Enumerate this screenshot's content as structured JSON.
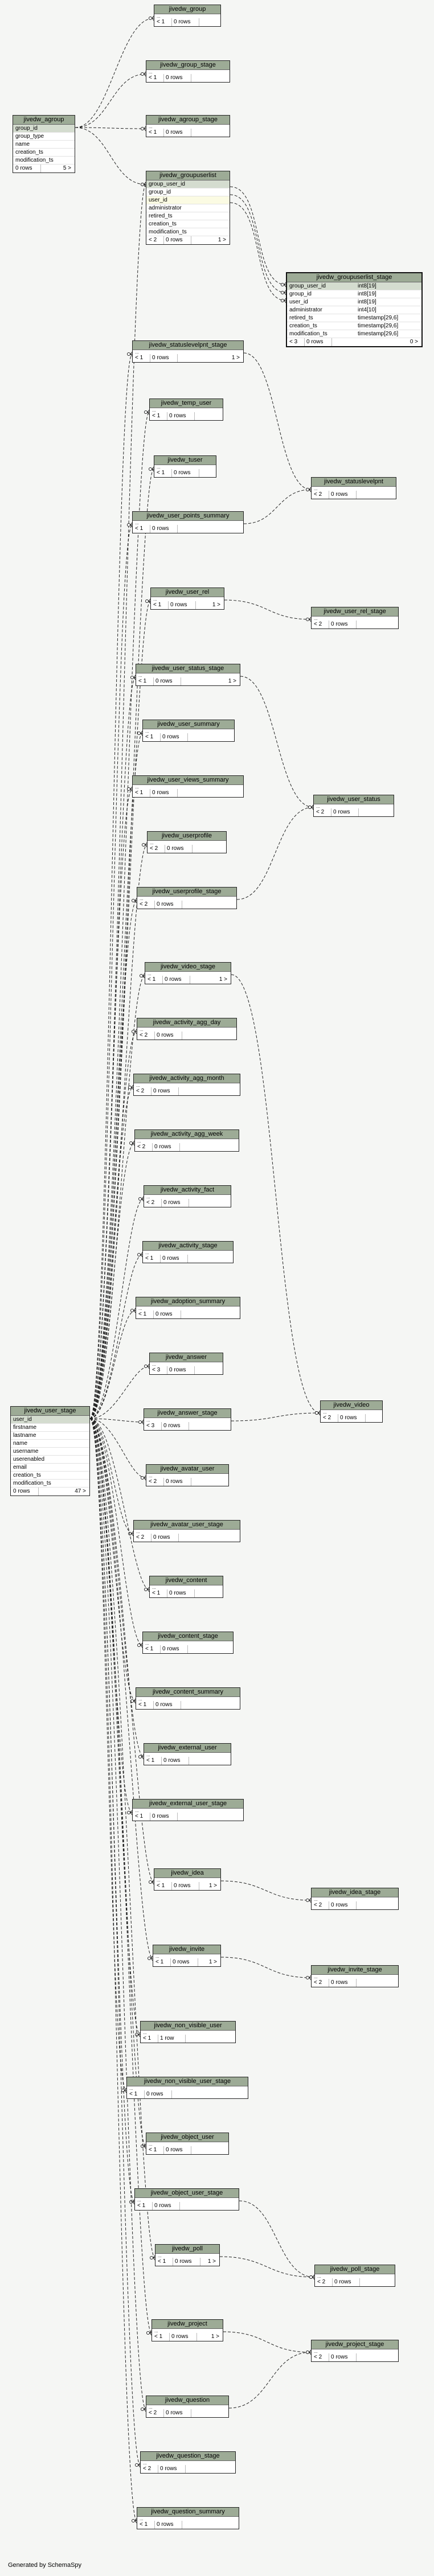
{
  "footer": "Generated by SchemaSpy",
  "tables": {
    "jivedw_group": {
      "title": "jivedw_group",
      "parents": "< 1",
      "rows_label": "0 rows"
    },
    "jivedw_group_stage": {
      "title": "jivedw_group_stage",
      "parents": "< 1",
      "rows_label": "0 rows"
    },
    "jivedw_agroup": {
      "title": "jivedw_agroup",
      "columns": [
        "group_id",
        "group_type",
        "name",
        "creation_ts",
        "modification_ts"
      ],
      "rows_label": "0 rows",
      "children": "5 >"
    },
    "jivedw_agroup_stage": {
      "title": "jivedw_agroup_stage",
      "parents": "< 1",
      "rows_label": "0 rows"
    },
    "jivedw_groupuserlist": {
      "title": "jivedw_groupuserlist",
      "columns": [
        "group_user_id",
        "group_id",
        "user_id",
        "administrator",
        "retired_ts",
        "creation_ts",
        "modification_ts"
      ],
      "parents": "< 2",
      "rows_label": "0 rows",
      "children": "1 >"
    },
    "jivedw_groupuserlist_stage": {
      "title": "jivedw_groupuserlist_stage",
      "columns": [
        "group_user_id",
        "group_id",
        "user_id",
        "administrator",
        "retired_ts",
        "creation_ts",
        "modification_ts"
      ],
      "types": [
        "int8[19]",
        "int8[19]",
        "int8[19]",
        "int4[10]",
        "timestamp[29,6]",
        "timestamp[29,6]",
        "timestamp[29,6]"
      ],
      "parents": "< 3",
      "rows_label": "0 rows",
      "children": "0 >"
    },
    "jivedw_statuslevelpnt_stage": {
      "title": "jivedw_statuslevelpnt_stage",
      "parents": "< 1",
      "rows_label": "0 rows",
      "children": "1 >"
    },
    "jivedw_temp_user": {
      "title": "jivedw_temp_user",
      "parents": "< 1",
      "rows_label": "0 rows"
    },
    "jivedw_tuser": {
      "title": "jivedw_tuser",
      "parents": "< 1",
      "rows_label": "0 rows"
    },
    "jivedw_user_points_summary": {
      "title": "jivedw_user_points_summary",
      "parents": "< 1",
      "rows_label": "0 rows"
    },
    "jivedw_statuslevelpnt": {
      "title": "jivedw_statuslevelpnt",
      "parents": "< 2",
      "rows_label": "0 rows"
    },
    "jivedw_user_rel": {
      "title": "jivedw_user_rel",
      "parents": "< 1",
      "rows_label": "0 rows",
      "children": "1 >"
    },
    "jivedw_user_rel_stage": {
      "title": "jivedw_user_rel_stage",
      "parents": "< 2",
      "rows_label": "0 rows"
    },
    "jivedw_user_status_stage": {
      "title": "jivedw_user_status_stage",
      "parents": "< 1",
      "rows_label": "0 rows",
      "children": "1 >"
    },
    "jivedw_user_summary": {
      "title": "jivedw_user_summary",
      "parents": "< 1",
      "rows_label": "0 rows"
    },
    "jivedw_user_views_summary": {
      "title": "jivedw_user_views_summary",
      "parents": "< 1",
      "rows_label": "0 rows"
    },
    "jivedw_user_status": {
      "title": "jivedw_user_status",
      "parents": "< 2",
      "rows_label": "0 rows"
    },
    "jivedw_userprofile": {
      "title": "jivedw_userprofile",
      "parents": "< 2",
      "rows_label": "0 rows"
    },
    "jivedw_userprofile_stage": {
      "title": "jivedw_userprofile_stage",
      "parents": "< 2",
      "rows_label": "0 rows"
    },
    "jivedw_video_stage": {
      "title": "jivedw_video_stage",
      "parents": "< 1",
      "rows_label": "0 rows",
      "children": "1 >"
    },
    "jivedw_activity_agg_day": {
      "title": "jivedw_activity_agg_day",
      "parents": "< 2",
      "rows_label": "0 rows"
    },
    "jivedw_activity_agg_month": {
      "title": "jivedw_activity_agg_month",
      "parents": "< 2",
      "rows_label": "0 rows"
    },
    "jivedw_activity_agg_week": {
      "title": "jivedw_activity_agg_week",
      "parents": "< 2",
      "rows_label": "0 rows"
    },
    "jivedw_activity_fact": {
      "title": "jivedw_activity_fact",
      "parents": "< 2",
      "rows_label": "0 rows"
    },
    "jivedw_activity_stage": {
      "title": "jivedw_activity_stage",
      "parents": "< 1",
      "rows_label": "0 rows"
    },
    "jivedw_adoption_summary": {
      "title": "jivedw_adoption_summary",
      "parents": "< 1",
      "rows_label": "0 rows"
    },
    "jivedw_answer": {
      "title": "jivedw_answer",
      "parents": "< 3",
      "rows_label": "0 rows"
    },
    "jivedw_answer_stage": {
      "title": "jivedw_answer_stage",
      "parents": "< 3",
      "rows_label": "0 rows"
    },
    "jivedw_avatar_user": {
      "title": "jivedw_avatar_user",
      "parents": "< 2",
      "rows_label": "0 rows"
    },
    "jivedw_avatar_user_stage": {
      "title": "jivedw_avatar_user_stage",
      "parents": "< 2",
      "rows_label": "0 rows"
    },
    "jivedw_content": {
      "title": "jivedw_content",
      "parents": "< 1",
      "rows_label": "0 rows"
    },
    "jivedw_content_stage": {
      "title": "jivedw_content_stage",
      "parents": "< 1",
      "rows_label": "0 rows"
    },
    "jivedw_content_summary": {
      "title": "jivedw_content_summary",
      "parents": "< 1",
      "rows_label": "0 rows"
    },
    "jivedw_external_user": {
      "title": "jivedw_external_user",
      "parents": "< 1",
      "rows_label": "0 rows"
    },
    "jivedw_external_user_stage": {
      "title": "jivedw_external_user_stage",
      "parents": "< 1",
      "rows_label": "0 rows"
    },
    "jivedw_video": {
      "title": "jivedw_video",
      "parents": "< 2",
      "rows_label": "0 rows"
    },
    "jivedw_user_stage": {
      "title": "jivedw_user_stage",
      "columns": [
        "user_id",
        "firstname",
        "lastname",
        "name",
        "username",
        "userenabled",
        "email",
        "creation_ts",
        "modification_ts"
      ],
      "rows_label": "0 rows",
      "children": "47 >"
    },
    "jivedw_idea": {
      "title": "jivedw_idea",
      "parents": "< 1",
      "rows_label": "0 rows",
      "children": "1 >"
    },
    "jivedw_idea_stage": {
      "title": "jivedw_idea_stage",
      "parents": "< 2",
      "rows_label": "0 rows"
    },
    "jivedw_invite": {
      "title": "jivedw_invite",
      "parents": "< 1",
      "rows_label": "0 rows",
      "children": "1 >"
    },
    "jivedw_invite_stage": {
      "title": "jivedw_invite_stage",
      "parents": "< 2",
      "rows_label": "0 rows"
    },
    "jivedw_non_visible_user": {
      "title": "jivedw_non_visible_user",
      "parents": "< 1",
      "rows_label": "1 row"
    },
    "jivedw_non_visible_user_stage": {
      "title": "jivedw_non_visible_user_stage",
      "parents": "< 1",
      "rows_label": "0 rows"
    },
    "jivedw_object_user": {
      "title": "jivedw_object_user",
      "parents": "< 1",
      "rows_label": "0 rows"
    },
    "jivedw_object_user_stage": {
      "title": "jivedw_object_user_stage",
      "parents": "< 1",
      "rows_label": "0 rows"
    },
    "jivedw_poll": {
      "title": "jivedw_poll",
      "parents": "< 1",
      "rows_label": "0 rows",
      "children": "1 >"
    },
    "jivedw_poll_stage": {
      "title": "jivedw_poll_stage",
      "parents": "< 2",
      "rows_label": "0 rows"
    },
    "jivedw_project": {
      "title": "jivedw_project",
      "parents": "< 1",
      "rows_label": "0 rows",
      "children": "1 >"
    },
    "jivedw_project_stage": {
      "title": "jivedw_project_stage",
      "parents": "< 2",
      "rows_label": "0 rows"
    },
    "jivedw_question": {
      "title": "jivedw_question",
      "parents": "< 2",
      "rows_label": "0 rows"
    },
    "jivedw_question_stage": {
      "title": "jivedw_question_stage",
      "parents": "< 2",
      "rows_label": "0 rows"
    },
    "jivedw_question_summary": {
      "title": "jivedw_question_summary",
      "parents": "< 1",
      "rows_label": "0 rows"
    }
  }
}
